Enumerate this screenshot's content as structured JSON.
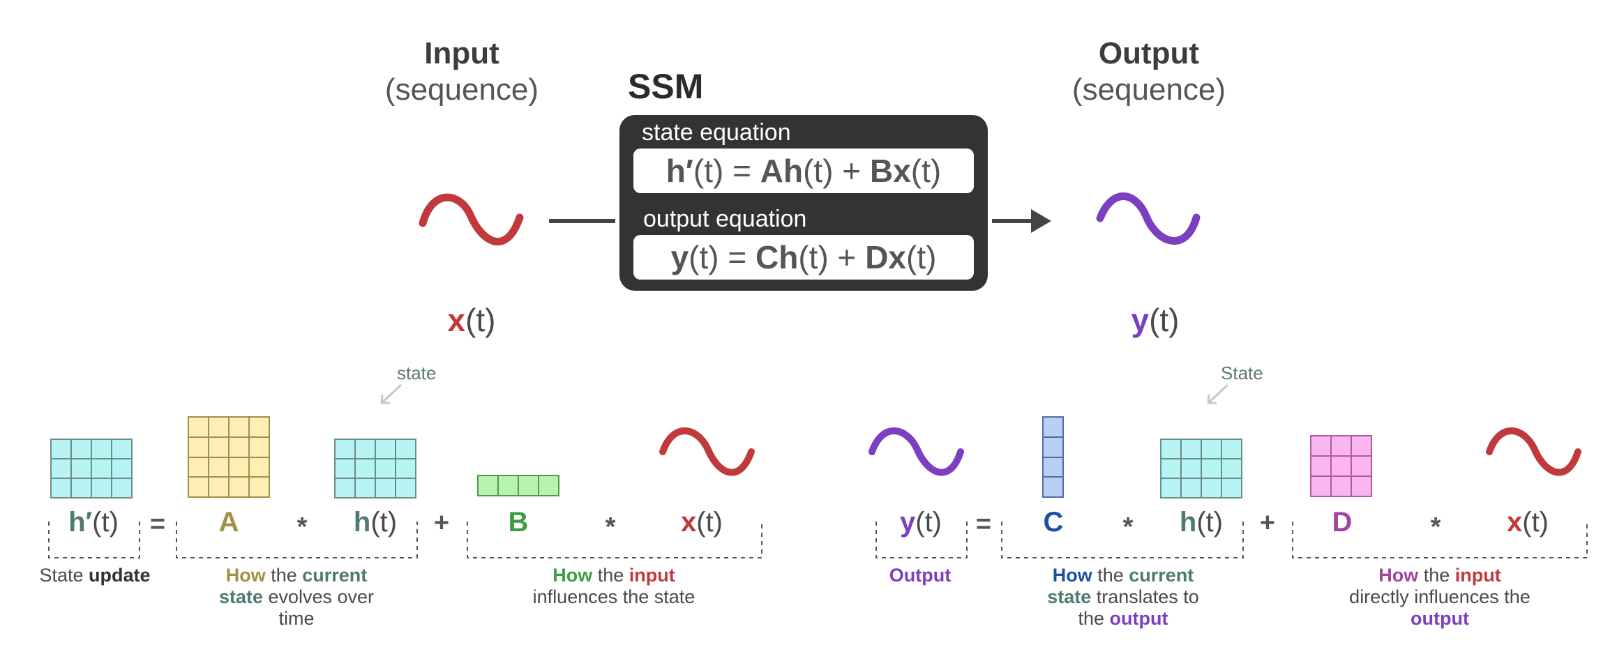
{
  "colors": {
    "input_signal": "#c0393b",
    "output_signal": "#7b3fbf",
    "state_matrix": "#b8f4f4",
    "A_matrix": "#fdeeb6",
    "B_matrix": "#b8f2b0",
    "C_matrix": "#b9d0f3",
    "D_matrix": "#f9b6ef",
    "ssm_box": "#333333"
  },
  "top": {
    "input": {
      "title": "Input",
      "subtitle": "(sequence)",
      "var": "x",
      "arg": "(t)"
    },
    "output": {
      "title": "Output",
      "subtitle": "(sequence)",
      "var": "y",
      "arg": "(t)"
    },
    "ssm": {
      "title": "SSM",
      "state_label": "state equation",
      "state_eq": {
        "lhs": "h′",
        "lhs_arg": "(t)",
        "eq": " = ",
        "t1": "Ah",
        "t1_arg": "(t)",
        "plus": " + ",
        "t2": "Bx",
        "t2_arg": "(t)"
      },
      "output_label": "output equation",
      "output_eq": {
        "lhs": "y",
        "lhs_arg": "(t)",
        "eq": " = ",
        "t1": "Ch",
        "t1_arg": "(t)",
        "plus": " + ",
        "t2": "Dx",
        "t2_arg": "(t)"
      }
    }
  },
  "left_eq": {
    "state_hint": "state",
    "hp": "h′",
    "hp_arg": "(t)",
    "equals": "=",
    "A": "A",
    "star1": "*",
    "h": "h",
    "h_arg": "(t)",
    "plus": "+",
    "B": "B",
    "star2": "*",
    "x": "x",
    "x_arg": "(t)",
    "ann1": {
      "a": "State ",
      "b": "update"
    },
    "ann2": {
      "a": "How",
      "b": " the ",
      "c": "current",
      "d": "state",
      "e": " evolves over",
      "f": "time"
    },
    "ann3": {
      "a": "How",
      "b": " the ",
      "c": "input",
      "d": "influences the state"
    }
  },
  "right_eq": {
    "state_hint": "State",
    "y": "y",
    "y_arg": "(t)",
    "equals": "=",
    "C": "C",
    "star1": "*",
    "h": "h",
    "h_arg": "(t)",
    "plus": "+",
    "D": "D",
    "star2": "*",
    "x": "x",
    "x_arg": "(t)",
    "ann1": {
      "a": "Output"
    },
    "ann2": {
      "a": "How",
      "b": " the ",
      "c": "current",
      "d": "state",
      "e": " translates to",
      "f": "the ",
      "g": "output"
    },
    "ann3": {
      "a": "How",
      "b": " the ",
      "c": "input",
      "d": "directly influences the",
      "e": "output"
    }
  }
}
